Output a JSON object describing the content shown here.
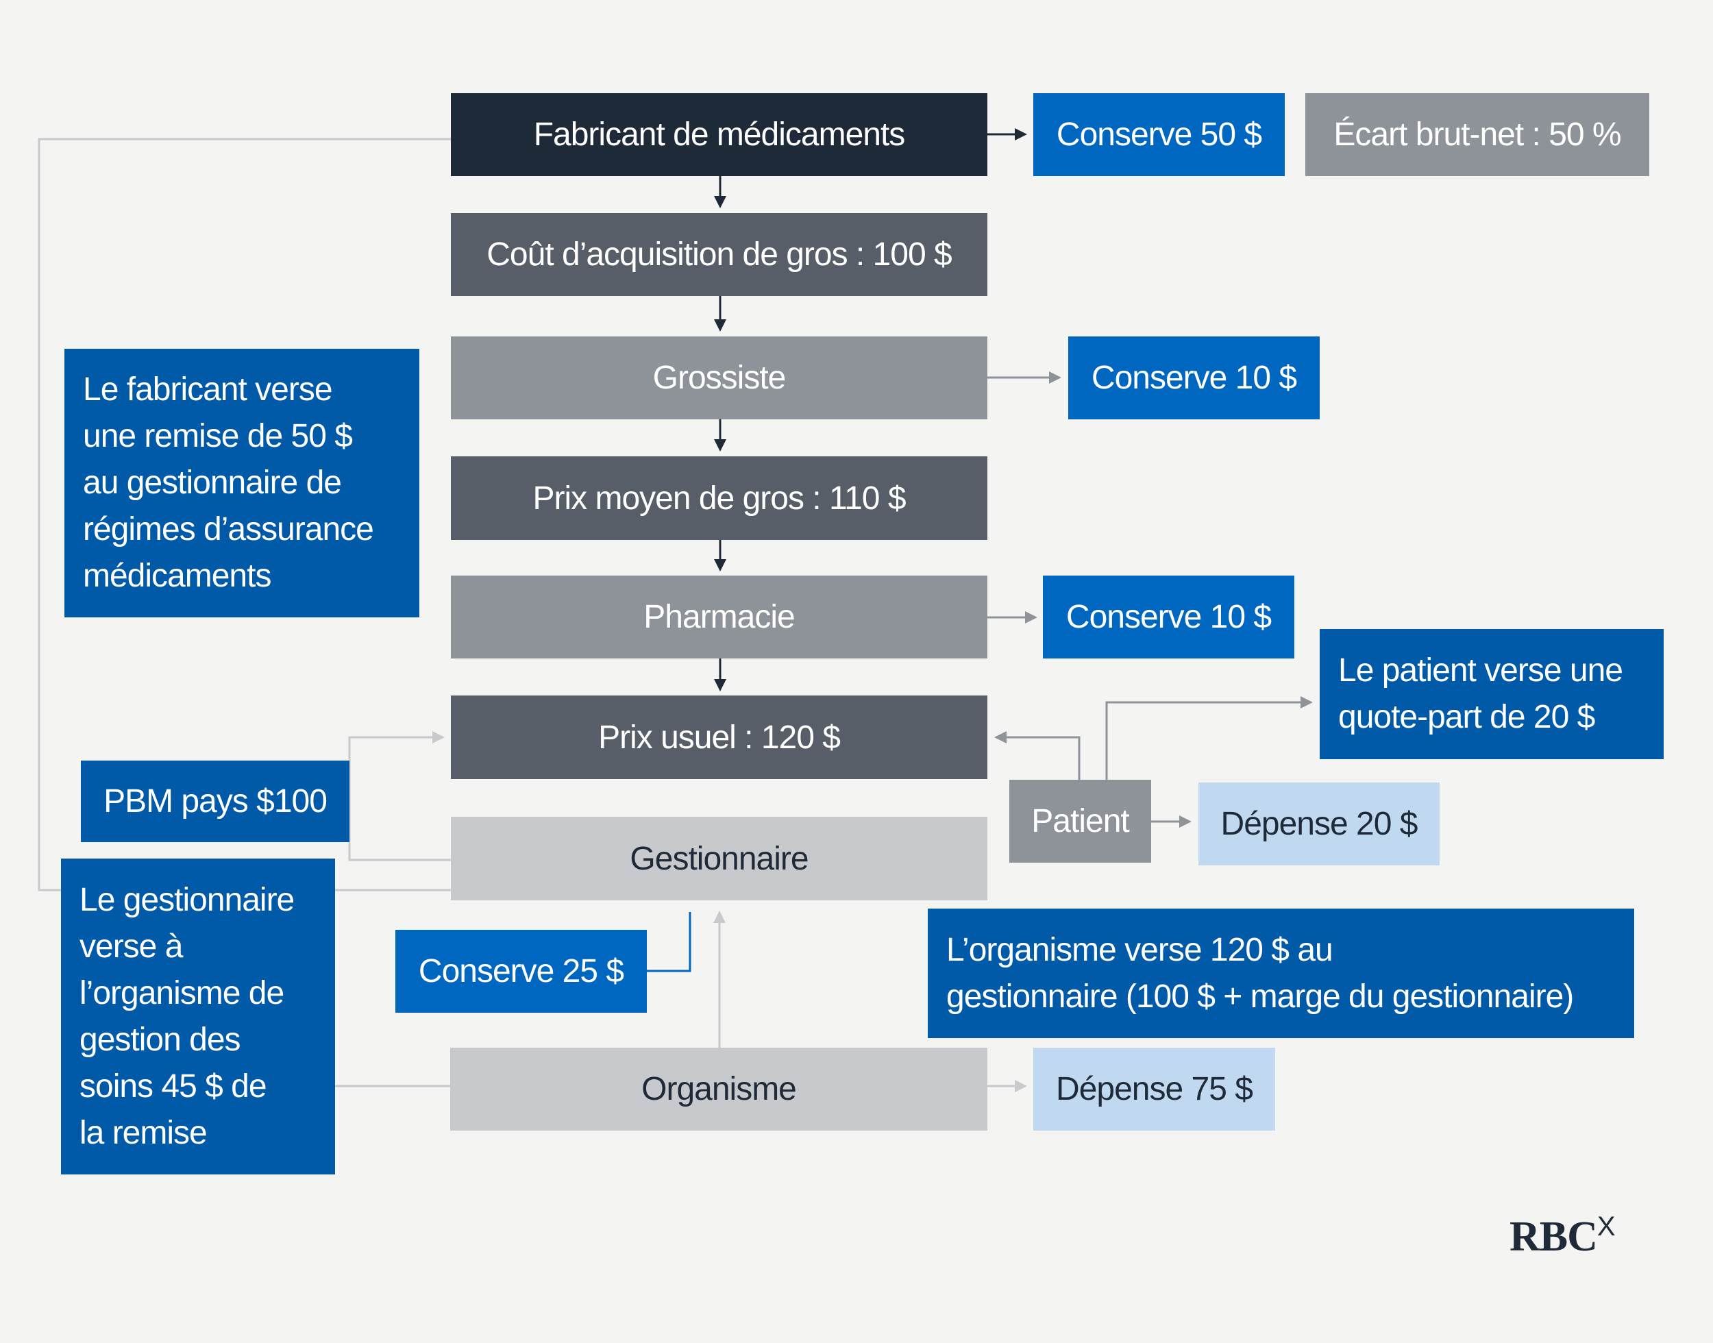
{
  "flow": {
    "manufacturer": "Fabricant de médicaments",
    "wac": "Coût d’acquisition de gros : 100 $",
    "wholesaler": "Grossiste",
    "awp": "Prix moyen de gros : 110 $",
    "pharmacy": "Pharmacie",
    "usual_price": "Prix usuel : 120 $",
    "pbm": "Gestionnaire",
    "plan_sponsor": "Organisme",
    "patient": "Patient"
  },
  "callouts": {
    "manufacturer_keeps": "Conserve 50 $",
    "gross_net_spread": "Écart brut-net : 50 %",
    "wholesaler_keeps": "Conserve 10 $",
    "pharmacy_keeps": "Conserve 10 $",
    "rebate_note": "Le fabricant verse\nune remise de 50 $\nau gestionnaire de\nrégimes d’assurance\nmédicaments",
    "pbm_pays": "PBM pays $100",
    "pbm_rebate_share": "Le gestionnaire\nverse à\nl’organisme de\ngestion des\nsoins 45 $ de\nla remise",
    "pbm_keeps": "Conserve 25 $",
    "patient_copay": "Le patient verse une\nquote-part de 20 $",
    "patient_spend": "Dépense 20 $",
    "sponsor_pays": "L’organisme verse 120 $ au\ngestionnaire (100 $ + marge du gestionnaire)",
    "sponsor_spend": "Dépense 75 $"
  },
  "logo": {
    "text": "RBC",
    "mark": "X"
  },
  "colors": {
    "navy": "#1f2a38",
    "blue": "#0067c0",
    "deep_blue": "#005aa8",
    "pale_blue": "#c0d9f0",
    "gray": "#8e9399",
    "light_gray": "#c8c9cc"
  }
}
